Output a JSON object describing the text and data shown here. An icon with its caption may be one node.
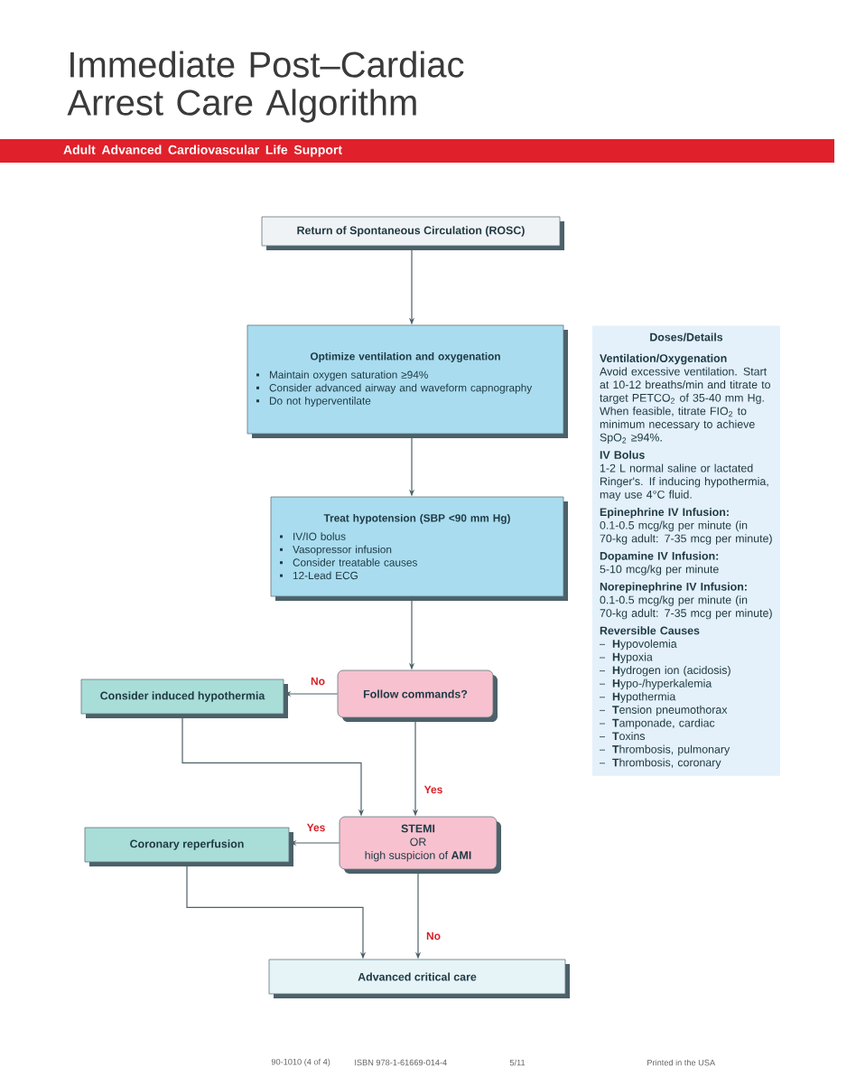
{
  "diagram": {
    "title": "Immediate Post–Cardiac Arrest Care Algorithm",
    "nodes": [
      {
        "text": [
          "Adult Advanced Cardiovascular Life Support"
        ]
      },
      {
        "text": [
          "Return of Spontaneous Circulation (ROSC)"
        ]
      },
      {
        "text": [
          "Optimize ventilation and oxygenation",
          "Maintain oxygen saturation ≥94%",
          "Consider advanced airway and waveform capnography",
          "Do not hyperventilate"
        ]
      },
      {
        "text": [
          "Doses/Details",
          "Ventilation/Oxygenation",
          "Avoid excessive ventilation. Start at 10-12 breaths/min and titrate to target PETCO$_{2}$ of 35-40 mm Hg. When feasible, titrate FIO$_{2}$ to minimum necessary to achieve SpO$_{2}$ ≥94%.",
          "IV Bolus",
          "1-2 L normal saline or lactated Ringer's. If inducing hypothermia, may use 4°C fluid.",
          "Epinephrine IV Infusion:",
          "0.1-0.5 mcg/kg per minute (in 70-kg adult: 7-35 mcg per minute)",
          "Dopamine IV Infusion:",
          "5-10 mcg/kg per minute",
          "Norepinephrine IV Infusion:",
          "0.1-0.5 mcg/kg per minute (in 70-kg adult: 7-35 mcg per minute)",
          "Reversible Causes",
          "**H**ypovolemia",
          "**H**ypoxia",
          "**H**ydrogen ion (acidosis)",
          "**H**ypo-/hyperkalemia",
          "**H**ypothermia",
          "**T**ension pneumothorax",
          "**T**amponade, cardiac",
          "**T**oxins",
          "**T**hrombosis, pulmonary",
          "**T**hrombosis, coronary"
        ]
      },
      {
        "text": [
          "Treat hypotension (SBP <90 mm Hg)",
          "IV/IO bolus",
          "Vasopressor infusion",
          "Consider treatable causes",
          "12-Lead ECG"
        ]
      },
      {
        "text": [
          "Consider induced hypothermia"
        ]
      },
      {
        "text": [
          "Follow commands?"
        ]
      },
      {
        "text": [
          "Coronary reperfusion"
        ]
      },
      {
        "text": [
          "STEMI",
          "OR",
          "high suspicion of **AMI**"
        ]
      },
      {
        "text": [
          "Advanced critical care"
        ]
      }
    ],
    "edges": [
      {
        "from": 1,
        "to": 2,
        "arrow": "to"
      },
      {
        "from": 2,
        "to": 4,
        "arrow": "to"
      },
      {
        "from": 4,
        "to": 6,
        "arrow": "to"
      },
      {
        "from": 6,
        "to": 5,
        "arrow": "to",
        "label": "No"
      },
      {
        "from": 6,
        "to": 8,
        "arrow": "to",
        "label": "Yes"
      },
      {
        "from": 5,
        "to": 8,
        "arrow": "to"
      },
      {
        "from": 8,
        "to": 7,
        "arrow": "to",
        "label": "Yes"
      },
      {
        "from": 8,
        "to": 9,
        "arrow": "to",
        "label": "No"
      },
      {
        "from": 7,
        "to": 9,
        "arrow": "to"
      }
    ],
    "labels": [
      "90-1010 (4 of 4)",
      "ISBN 978-1-61669-014-4",
      "5/11",
      "Printed in the USA"
    ]
  }
}
